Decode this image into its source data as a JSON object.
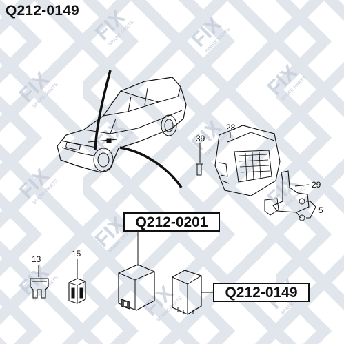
{
  "header": {
    "part_number": "Q212-0149"
  },
  "callouts": {
    "relay_a": "Q212-0201",
    "relay_b": "Q212-0149"
  },
  "labels": {
    "n28": "28",
    "n39": "39",
    "n29": "29",
    "n5": "5",
    "n13": "13",
    "n15": "15"
  },
  "watermark": {
    "brand": "FIX",
    "tagline": "SPARE PARTS"
  },
  "colors": {
    "watermark": "#bfc8d8",
    "line": "#111111"
  }
}
